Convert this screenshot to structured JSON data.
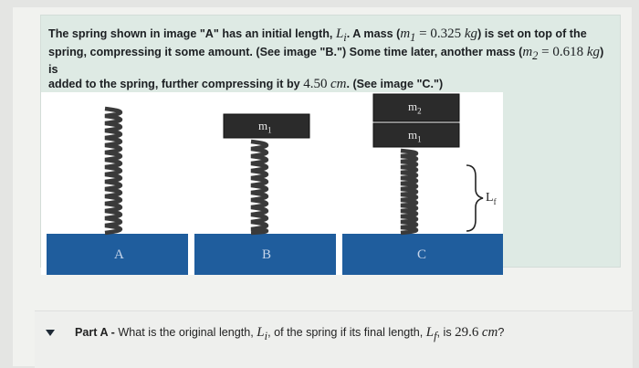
{
  "problem": {
    "line1_a": "The spring shown in image \"A\" has an initial length,",
    "line1_b": ". A mass (",
    "line1_c": ") is set on top of the",
    "line2_a": "spring, compressing it some amount. (See image \"B.\") Some time later, another mass (",
    "line2_b": ") is",
    "line3_a": "added to the spring, further compressing it by",
    "line3_b": ". (See image \"C.\")",
    "var_Li": "L",
    "var_Li_sub": "i",
    "m1_expr": "m",
    "m1_sub": "1",
    "m1_val": " = 0.325 ",
    "m1_unit": "kg",
    "m2_expr": "m",
    "m2_sub": "2",
    "m2_val": " = 0.618 ",
    "m2_unit": "kg",
    "compress_val": "4.50",
    "compress_unit": "cm"
  },
  "figure": {
    "label_A": "A",
    "label_B": "B",
    "label_C": "C",
    "mass1_label": "m",
    "mass1_sub": "1",
    "mass2_label": "m",
    "mass2_sub": "2",
    "final_length_label": "L",
    "final_length_sub": "f",
    "colors": {
      "base_blue": "#1f5d9d",
      "mass_dark": "#2b2b2b",
      "spring": "#3a3a3a"
    }
  },
  "partA": {
    "title": "Part A",
    "dash": " - ",
    "q_a": "What is the original length, ",
    "q_b": ", of the spring if its final length, ",
    "q_c": ", is ",
    "final_val": "29.6",
    "final_unit": "cm",
    "q_end": "?"
  }
}
